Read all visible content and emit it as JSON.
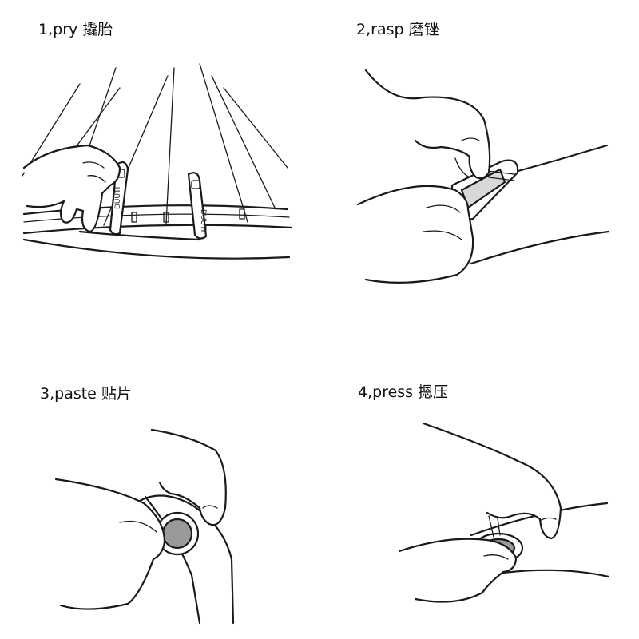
{
  "steps": [
    {
      "label": "1,pry 撬胎",
      "tool_text": "DUUTI"
    },
    {
      "label": "2,rasp 磨锉"
    },
    {
      "label": "3,paste 贴片"
    },
    {
      "label": "4,press 摁压"
    }
  ]
}
